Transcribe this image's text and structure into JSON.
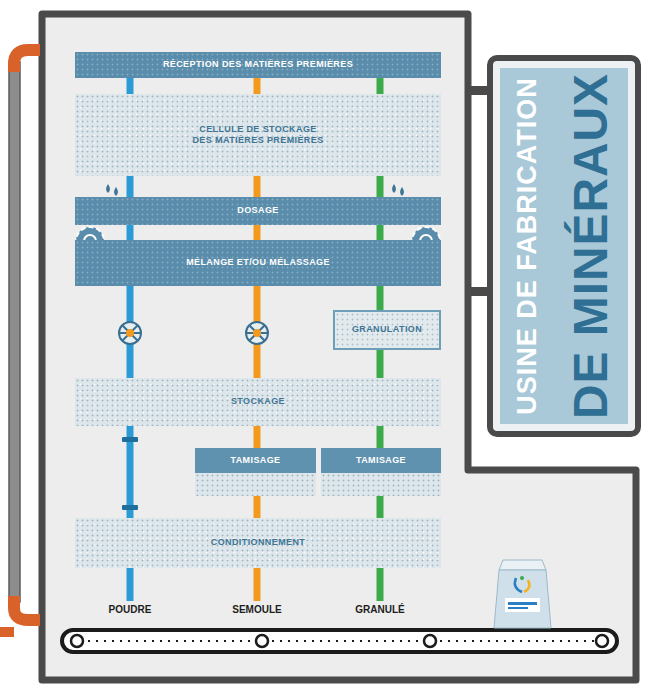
{
  "diagram": {
    "nodes": [
      {
        "text": [
          "RÉCEPTION DES MATIÈRES PREMIÈRES"
        ]
      },
      {
        "text": [
          "CELLULE DE STOCKAGE DES MATIÈRES PREMIÈRES"
        ]
      },
      {
        "text": [
          "DOSAGE"
        ]
      },
      {
        "text": [
          "MÉLANGE ET/OU MÉLASSAGE"
        ]
      },
      {
        "text": [
          "GRANULATION"
        ]
      },
      {
        "text": [
          "STOCKAGE"
        ]
      },
      {
        "text": [
          "TAMISAGE"
        ]
      },
      {
        "text": [
          "TAMISAGE"
        ]
      },
      {
        "text": [
          "CONDITIONNEMENT"
        ]
      },
      {
        "text": [
          "USINE DE FABRICATION",
          "DE MINÉRAUX"
        ]
      }
    ],
    "edges": [
      {
        "from": 0,
        "to": 1,
        "arrow": "none"
      },
      {
        "from": 1,
        "to": 2,
        "arrow": "none"
      },
      {
        "from": 2,
        "to": 3,
        "arrow": "none"
      },
      {
        "from": 3,
        "to": 5,
        "arrow": "none"
      },
      {
        "from": 5,
        "to": 8,
        "arrow": "none"
      },
      {
        "from": 0,
        "to": 1,
        "arrow": "none"
      },
      {
        "from": 1,
        "to": 2,
        "arrow": "none"
      },
      {
        "from": 2,
        "to": 3,
        "arrow": "none"
      },
      {
        "from": 3,
        "to": 5,
        "arrow": "none"
      },
      {
        "from": 5,
        "to": 6,
        "arrow": "none"
      },
      {
        "from": 6,
        "to": 8,
        "arrow": "none"
      },
      {
        "from": 0,
        "to": 1,
        "arrow": "none"
      },
      {
        "from": 1,
        "to": 2,
        "arrow": "none"
      },
      {
        "from": 2,
        "to": 3,
        "arrow": "none"
      },
      {
        "from": 3,
        "to": 4,
        "arrow": "none"
      },
      {
        "from": 4,
        "to": 5,
        "arrow": "none"
      },
      {
        "from": 5,
        "to": 7,
        "arrow": "none"
      },
      {
        "from": 7,
        "to": 8,
        "arrow": "none"
      }
    ],
    "labels": [
      "POUDRE",
      "SEMOULE",
      "GRANULÉ"
    ]
  }
}
